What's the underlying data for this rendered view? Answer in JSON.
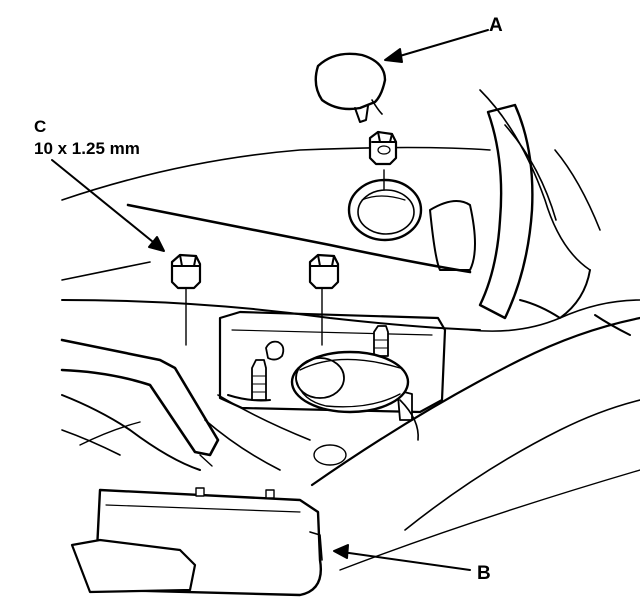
{
  "callouts": {
    "a": {
      "letter": "A"
    },
    "b": {
      "letter": "B"
    },
    "c": {
      "letter": "C",
      "spec": "10 x 1.25 mm"
    }
  },
  "colors": {
    "ink": "#000000",
    "paper": "#ffffff",
    "shade": "#888888"
  }
}
